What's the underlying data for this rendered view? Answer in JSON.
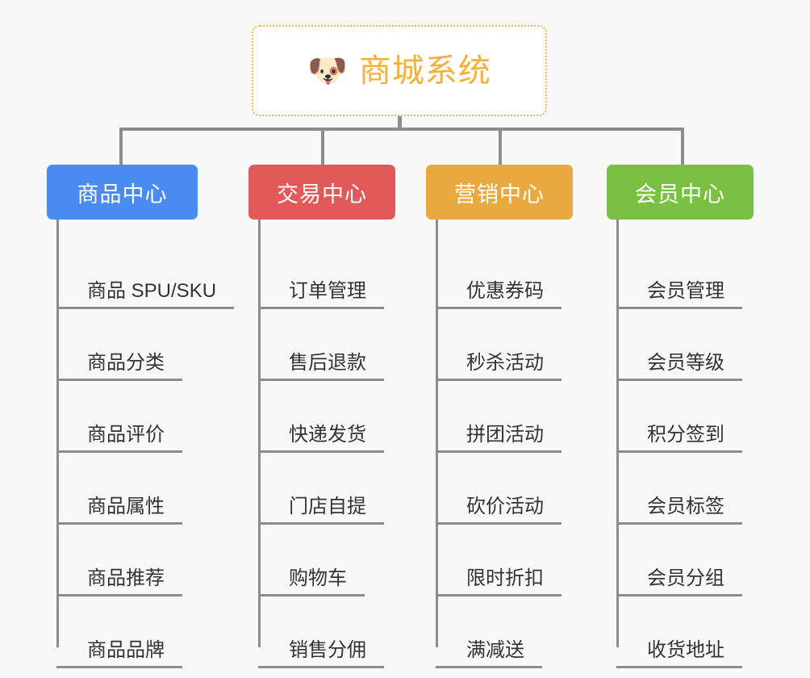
{
  "root": {
    "icon": "dog-face-emoji",
    "icon_glyph": "🐶",
    "title": "商城系统"
  },
  "colors": {
    "background": "#f8f8f8",
    "root_border": "#f0b54a",
    "root_text": "#f3b13c",
    "connector": "#8d8d8d",
    "leaf_text": "#333333",
    "category_1": "#4a8bf0",
    "category_2": "#e2595a",
    "category_3": "#e8a93e",
    "category_4": "#7ac143"
  },
  "columns": [
    {
      "title": "商品中心",
      "color": "#4a8bf0",
      "items": [
        "商品 SPU/SKU",
        "商品分类",
        "商品评价",
        "商品属性",
        "商品推荐",
        "商品品牌"
      ]
    },
    {
      "title": "交易中心",
      "color": "#e2595a",
      "items": [
        "订单管理",
        "售后退款",
        "快递发货",
        "门店自提",
        "购物车",
        "销售分佣"
      ]
    },
    {
      "title": "营销中心",
      "color": "#e8a93e",
      "items": [
        "优惠券码",
        "秒杀活动",
        "拼团活动",
        "砍价活动",
        "限时折扣",
        "满减送"
      ]
    },
    {
      "title": "会员中心",
      "color": "#7ac143",
      "items": [
        "会员管理",
        "会员等级",
        "积分签到",
        "会员标签",
        "会员分组",
        "收货地址"
      ]
    }
  ]
}
